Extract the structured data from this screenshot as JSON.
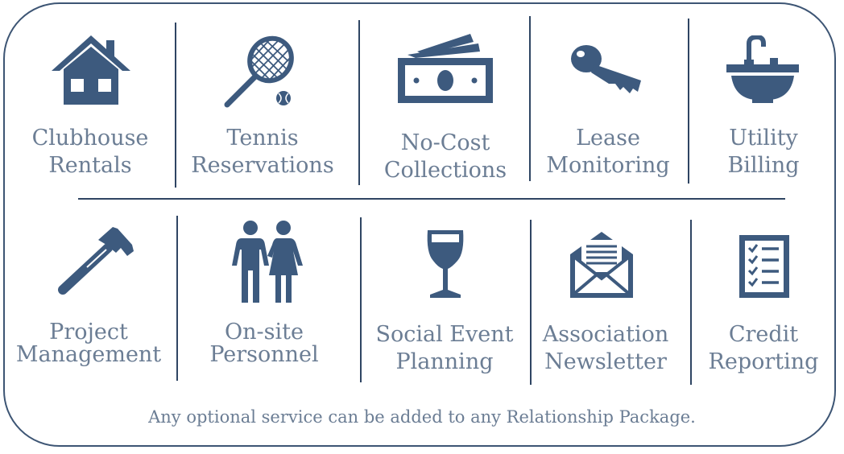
{
  "colors": {
    "icon": "#3d5a7e",
    "text": "#6b7d94",
    "border": "#3d5574"
  },
  "services": [
    {
      "icon": "house-icon",
      "line1": "Clubhouse",
      "line2": "Rentals"
    },
    {
      "icon": "tennis-racket-icon",
      "line1": "Tennis",
      "line2": "Reservations"
    },
    {
      "icon": "money-icon",
      "line1": "No-Cost",
      "line2": "Collections"
    },
    {
      "icon": "key-icon",
      "line1": "Lease",
      "line2": "Monitoring"
    },
    {
      "icon": "sink-icon",
      "line1": "Utility",
      "line2": "Billing"
    },
    {
      "icon": "hammer-icon",
      "line1": "Project",
      "line2": "Management"
    },
    {
      "icon": "couple-icon",
      "line1": "On-site",
      "line2": "Personnel"
    },
    {
      "icon": "wine-glass-icon",
      "line1": "Social Event",
      "line2": "Planning"
    },
    {
      "icon": "envelope-icon",
      "line1": "Association",
      "line2": "Newsletter"
    },
    {
      "icon": "checklist-icon",
      "line1": "Credit",
      "line2": "Reporting"
    }
  ],
  "footnote": "Any optional service can be added to any Relationship Package."
}
